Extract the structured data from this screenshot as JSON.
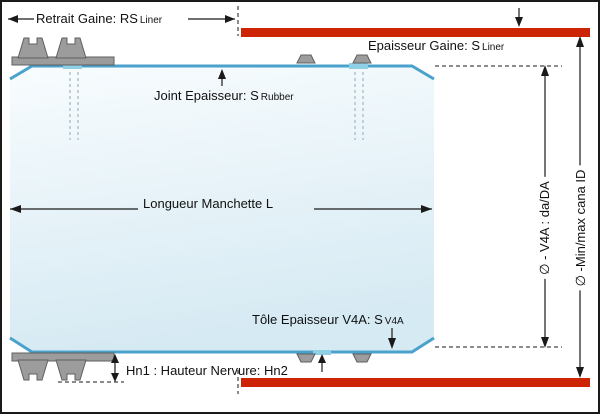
{
  "labels": {
    "retrait_gaine_main": "Retrait Gaine: RS",
    "retrait_gaine_sub": "Liner",
    "epaisseur_gaine_main": "Epaisseur Gaine: S",
    "epaisseur_gaine_sub": "Liner",
    "joint_epaisseur_main": "Joint Epaisseur: S",
    "joint_epaisseur_sub": "Rubber",
    "longueur_manchette": "Longueur Manchette L",
    "tole_epaisseur_main": "Tôle Epaisseur V4A: S",
    "tole_epaisseur_sub": "V4A",
    "hauteur_nervure": "Hn1 : Hauteur Nervure: Hn2",
    "dia_v4a": "∅ - V4A : da/DA",
    "dia_min_max": "∅ -Min/max cana ID"
  },
  "colors": {
    "liner_red": "#cc2405",
    "pipe_blue": "#4aa2cc",
    "tick_cyan": "#8fd0e6",
    "rib_gray": "#9c9c9c",
    "rib_stroke": "#5f5f5f",
    "dim_black": "#1a1a1a"
  }
}
